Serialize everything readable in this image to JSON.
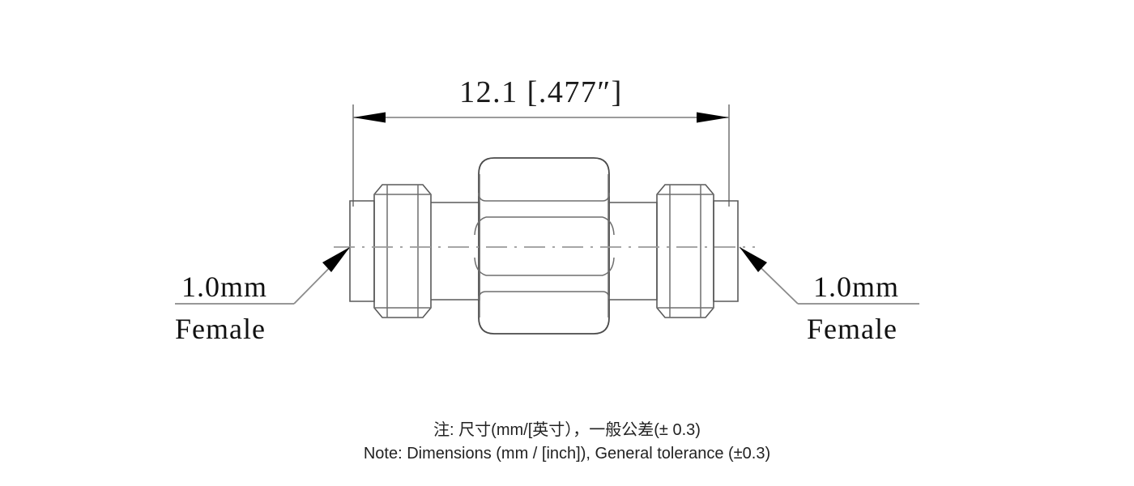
{
  "drawing": {
    "title_dimension": "12.1 [.477″]",
    "left_callout": {
      "line1": "1.0mm",
      "line2": "Female"
    },
    "right_callout": {
      "line1": "1.0mm",
      "line2": "Female"
    },
    "note_chinese": "注: 尺寸(mm/[英寸），一般公差(± 0.3)",
    "note_english": "Note: Dimensions (mm / [inch]), General tolerance (±0.3)",
    "colors": {
      "outline": "#5a5a5a",
      "centerline": "#9a9a9a",
      "arrow": "#000000",
      "text": "#111111",
      "background": "#ffffff"
    }
  }
}
